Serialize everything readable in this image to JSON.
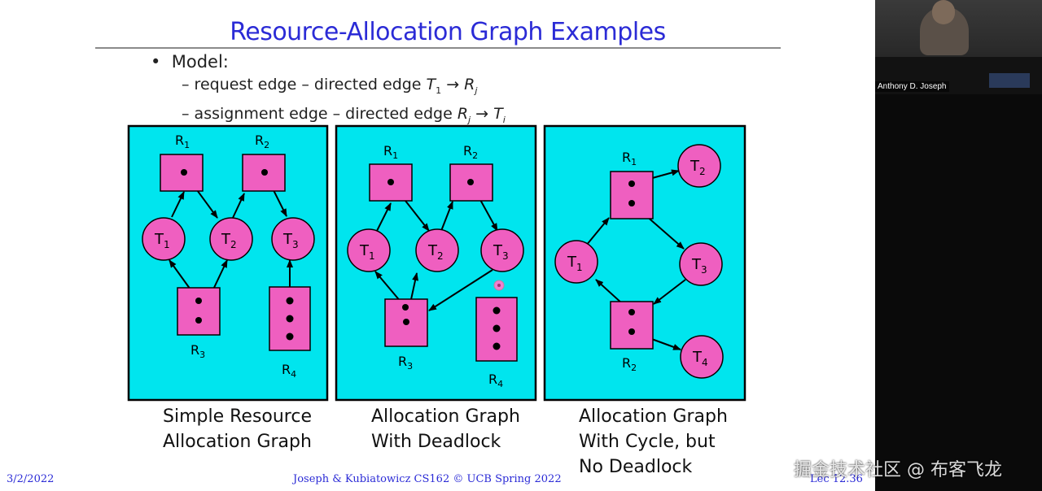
{
  "title": "Resource-Allocation Graph Examples",
  "bullets": {
    "model": "Model:",
    "request_prefix": "request edge – directed edge ",
    "assignment_prefix": "assignment edge – directed edge "
  },
  "graphs": [
    {
      "caption_line1": "Simple Resource",
      "caption_line2": "Allocation Graph",
      "nodes": [
        "R1",
        "R2",
        "T1",
        "T2",
        "T3",
        "R3",
        "R4"
      ]
    },
    {
      "caption_line1": "Allocation Graph",
      "caption_line2": "With Deadlock",
      "nodes": [
        "R1",
        "R2",
        "T1",
        "T2",
        "T3",
        "R3",
        "R4"
      ]
    },
    {
      "caption_line1": "Allocation Graph",
      "caption_line2": "With Cycle, but",
      "caption_line3": "No Deadlock",
      "nodes": [
        "R1",
        "T2",
        "T1",
        "T3",
        "R2",
        "T4"
      ]
    }
  ],
  "footer": {
    "date": "3/2/2022",
    "center": "Joseph & Kubiatowicz CS162 © UCB Spring 2022",
    "lecture": "Lec 12.36"
  },
  "webcam": {
    "presenter_label": "Anthony D. Joseph"
  },
  "watermark": "掘金技术社区 @ 布客飞龙",
  "colors": {
    "panel": "#00e5ee",
    "node": "#ef5fc0",
    "title": "#2b2bd6"
  }
}
